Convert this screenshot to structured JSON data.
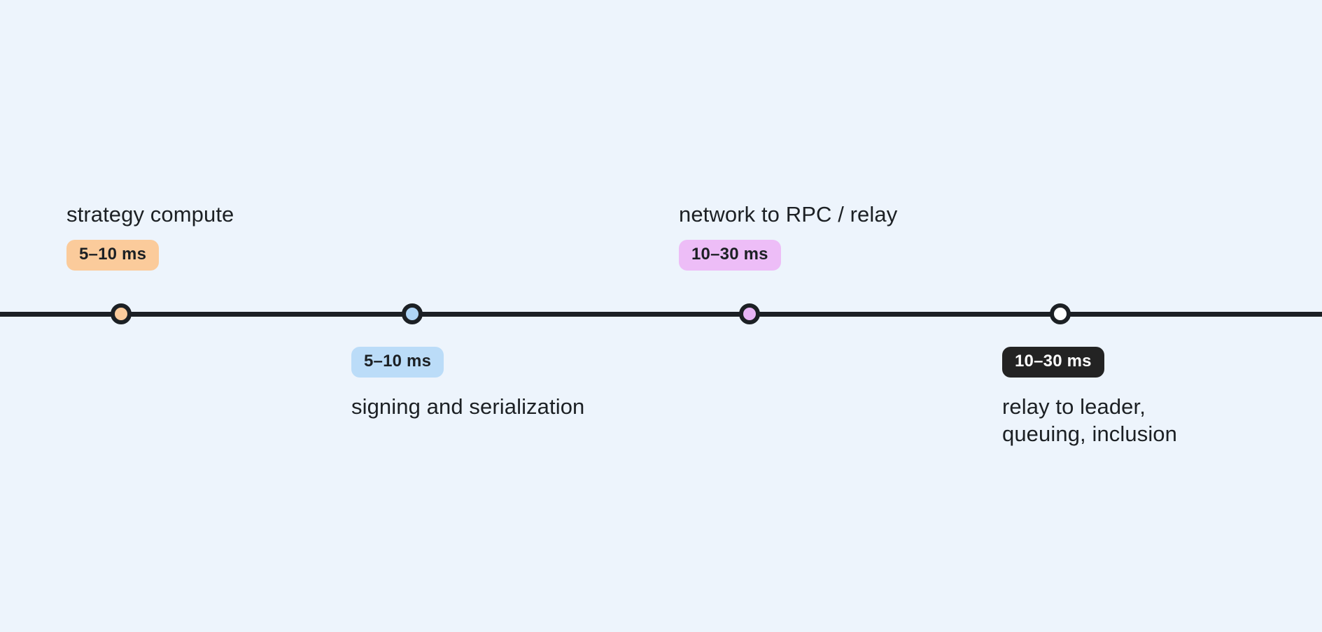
{
  "canvas": {
    "background_color": "#EDF4FC",
    "ink_color": "#1C2024"
  },
  "axis": {
    "color": "#1C2024"
  },
  "chart_data": {
    "type": "timeline",
    "title": "",
    "orientation": "horizontal",
    "axis_color": "#1C2024",
    "stages": [
      {
        "label": "strategy compute",
        "duration": "5–10 ms",
        "min_ms": 5,
        "max_ms": 10,
        "unit": "ms",
        "position": 173,
        "placement": "above",
        "node_fill": "#FBCB9B",
        "pill_background": "#FBCB9B",
        "pill_text_color": "#1C2024"
      },
      {
        "label": "signing and serialization",
        "duration": "5–10 ms",
        "min_ms": 5,
        "max_ms": 10,
        "unit": "ms",
        "position": 589,
        "placement": "below",
        "node_fill": "#AFD5F5",
        "pill_background": "#BBDCF8",
        "pill_text_color": "#1C2024"
      },
      {
        "label": "network to RPC / relay",
        "duration": "10–30 ms",
        "min_ms": 10,
        "max_ms": 30,
        "unit": "ms",
        "position": 1071,
        "placement": "above",
        "node_fill": "#E8B4F5",
        "pill_background": "#EDBDF7",
        "pill_text_color": "#1C2024"
      },
      {
        "label": "relay to leader,\nqueuing, inclusion",
        "duration": "10–30 ms",
        "min_ms": 10,
        "max_ms": 30,
        "unit": "ms",
        "position": 1515,
        "placement": "below",
        "node_fill": "#FFFFFF",
        "pill_background": "#232323",
        "pill_text_color": "#FFFFFF"
      }
    ]
  }
}
